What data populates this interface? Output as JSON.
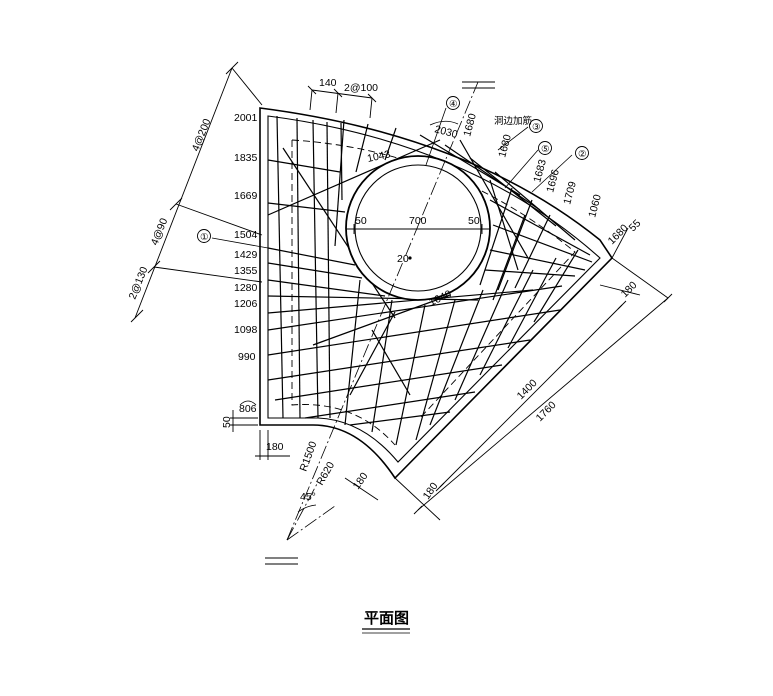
{
  "title": "平面图",
  "note_hole_edge": "洞边加筋",
  "markers": [
    "①",
    "②",
    "③",
    "④",
    "⑤"
  ],
  "left_dims": [
    "2001",
    "1835",
    "1669",
    "1504",
    "1429",
    "1355",
    "1280",
    "1206",
    "1098",
    "990",
    "806"
  ],
  "left_outer_dims": [
    "4@200",
    "4@90",
    "2@130"
  ],
  "top_dims": [
    "140",
    "2@100"
  ],
  "right_dims": [
    "2030",
    "1680",
    "1680",
    "1683",
    "1696",
    "1709",
    "1060",
    "1680",
    "55"
  ],
  "hole_dims": [
    "50",
    "700",
    "50"
  ],
  "hole_arc_dims": [
    "1043",
    "1640"
  ],
  "hole_center_label": "20",
  "bottom_dims": [
    "180",
    "180",
    "180",
    "50"
  ],
  "radius_labels": [
    "R1500",
    "R620"
  ],
  "angle_label": "45°",
  "diag_dims": [
    "180",
    "1400",
    "1760"
  ]
}
